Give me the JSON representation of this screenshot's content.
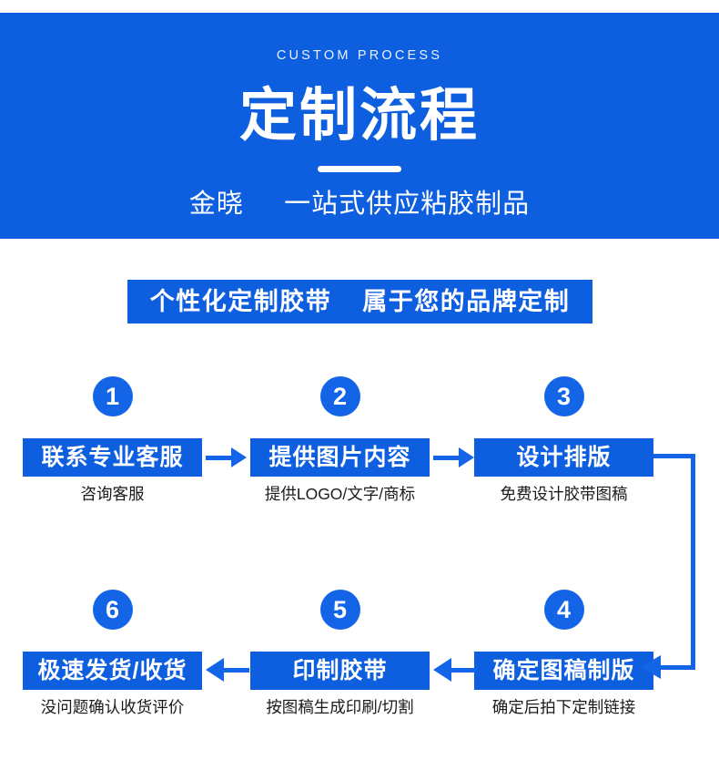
{
  "hero": {
    "eyebrow": "CUSTOM PROCESS",
    "title": "定制流程",
    "subtitle_brand": "金晓",
    "subtitle_tagline": "一站式供应粘胶制品",
    "background_color": "#0d5fe0",
    "text_color": "#ffffff"
  },
  "section_banner": {
    "text_left": "个性化定制胶带",
    "text_right": "属于您的品牌定制",
    "background_color": "#0d5fe0",
    "text_color": "#ffffff"
  },
  "flow": {
    "accent_color": "#1464e8",
    "box_color": "#0d5fe0",
    "row1": [
      {
        "number": "1",
        "box_label": "联系专业客服",
        "caption": "咨询客服"
      },
      {
        "number": "2",
        "box_label": "提供图片内容",
        "caption": "提供LOGO/文字/商标"
      },
      {
        "number": "3",
        "box_label": "设计排版",
        "caption": "免费设计胶带图稿"
      }
    ],
    "row2": [
      {
        "number": "6",
        "box_label": "极速发货/收货",
        "caption": "没问题确认收货评价"
      },
      {
        "number": "5",
        "box_label": "印制胶带",
        "caption": "按图稿生成印刷/切割"
      },
      {
        "number": "4",
        "box_label": "确定图稿制版",
        "caption": "确定后拍下定制链接"
      }
    ]
  }
}
